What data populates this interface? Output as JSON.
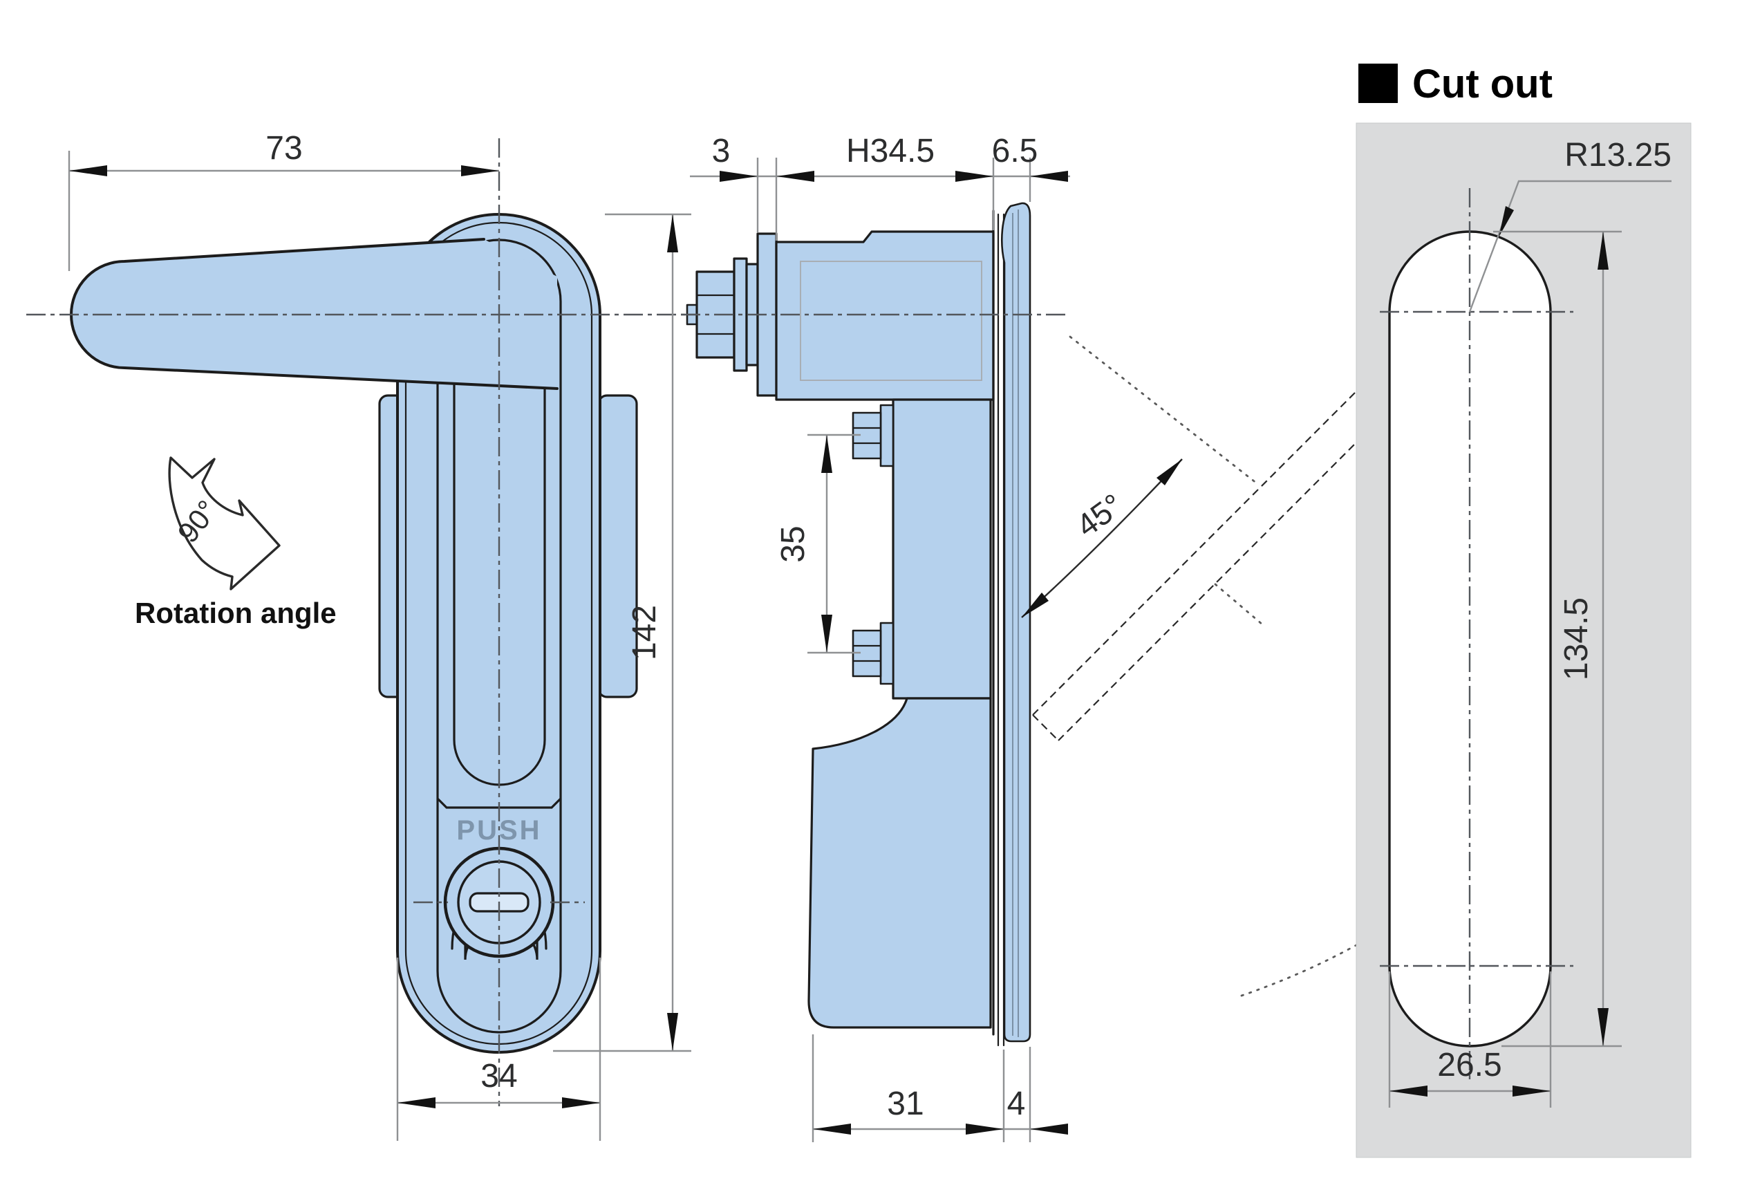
{
  "drawing_title": "Cut out",
  "colors": {
    "part_fill": "#b5d1ed",
    "outline": "#1c1c1c",
    "dimension_line": "#8f9193",
    "cutout_panel_fill": "#dadbdc",
    "push_text": "#7e95ac"
  },
  "front_view": {
    "dim_handle_length": "73",
    "dim_body_height": "142",
    "dim_body_width": "34",
    "push_label": "PUSH"
  },
  "rotation": {
    "angle_label": "90°",
    "caption": "Rotation angle"
  },
  "side_view": {
    "dim_collar": "3",
    "dim_grip_depth": "H34.5",
    "dim_head_depth": "6.5",
    "dim_bolt_spacing": "35",
    "dim_open_angle": "45°",
    "dim_latch_reach": "31",
    "dim_panel_thickness": "4"
  },
  "cutout_view": {
    "dim_corner_radius": "R13.25",
    "dim_height": "134.5",
    "dim_width": "26.5"
  }
}
